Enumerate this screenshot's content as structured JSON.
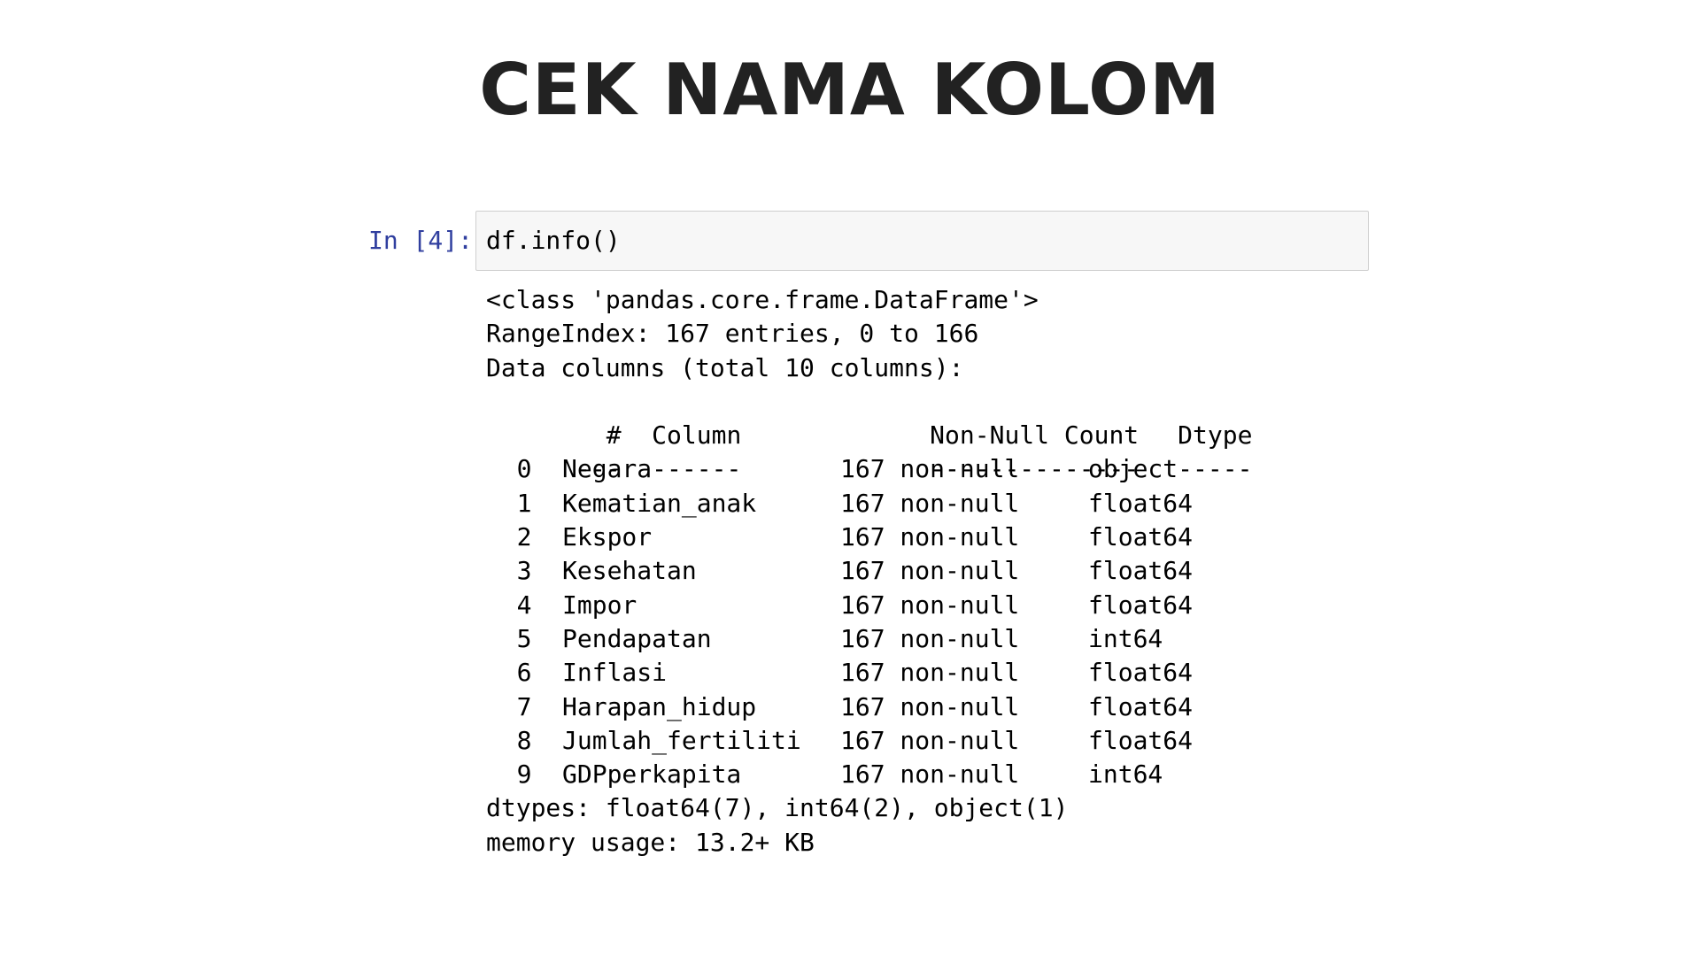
{
  "title": "CEK NAMA KOLOM",
  "notebook_cell": {
    "prompt": "In [4]:",
    "code": "df.info()"
  },
  "output": {
    "class_line": "<class 'pandas.core.frame.DataFrame'>",
    "range_index": "RangeIndex: 167 entries, 0 to 166",
    "data_columns": "Data columns (total 10 columns):",
    "headers": [
      "#",
      "Column",
      "Non-Null Count",
      "Dtype"
    ],
    "separators": [
      "---",
      "------",
      "--------------",
      "-----"
    ],
    "rows": [
      {
        "idx": "0",
        "column": "Negara",
        "count": "167 non-null",
        "dtype": "object"
      },
      {
        "idx": "1",
        "column": "Kematian_anak",
        "count": "167 non-null",
        "dtype": "float64"
      },
      {
        "idx": "2",
        "column": "Ekspor",
        "count": "167 non-null",
        "dtype": "float64"
      },
      {
        "idx": "3",
        "column": "Kesehatan",
        "count": "167 non-null",
        "dtype": "float64"
      },
      {
        "idx": "4",
        "column": "Impor",
        "count": "167 non-null",
        "dtype": "float64"
      },
      {
        "idx": "5",
        "column": "Pendapatan",
        "count": "167 non-null",
        "dtype": "int64"
      },
      {
        "idx": "6",
        "column": "Inflasi",
        "count": "167 non-null",
        "dtype": "float64"
      },
      {
        "idx": "7",
        "column": "Harapan_hidup",
        "count": "167 non-null",
        "dtype": "float64"
      },
      {
        "idx": "8",
        "column": "Jumlah_fertiliti",
        "count": "167 non-null",
        "dtype": "float64"
      },
      {
        "idx": "9",
        "column": "GDPperkapita",
        "count": "167 non-null",
        "dtype": "int64"
      }
    ],
    "dtypes": "dtypes: float64(7), int64(2), object(1)",
    "memory_usage": "memory usage: 13.2+ KB"
  }
}
